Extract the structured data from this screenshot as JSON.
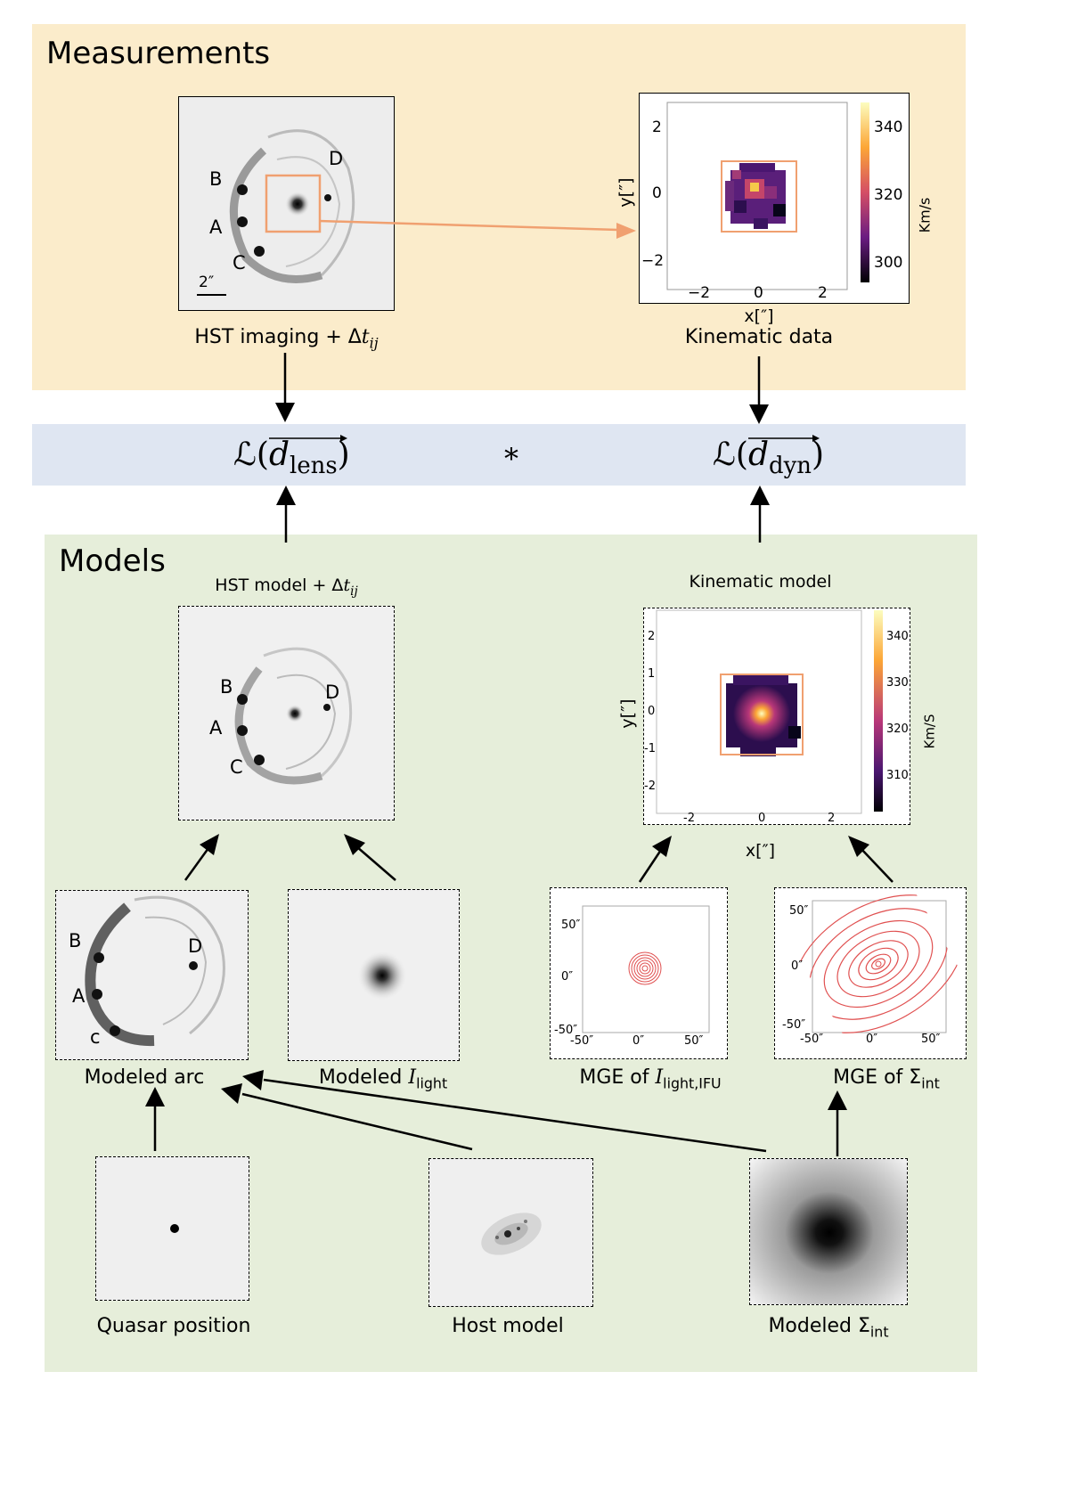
{
  "colors": {
    "measurements_bg": "#fbeccb",
    "likelihood_bg": "#dfe6f2",
    "models_bg": "#e6eeda",
    "highlight_box": "#f0a070",
    "contour": "#e05050"
  },
  "measurements": {
    "title": "Measurements",
    "hst_panel": {
      "labels": [
        "B",
        "A",
        "C",
        "D"
      ],
      "scale_bar": "2″",
      "caption_text": "HST imaging + Δ",
      "caption_sub": "ij",
      "caption_var": "t"
    },
    "kinematic_panel": {
      "y_label": "y[″]",
      "x_label": "x[″]",
      "x_ticks": [
        "−2",
        "0",
        "2"
      ],
      "y_ticks": [
        "2",
        "0",
        "−2"
      ],
      "colorbar_ticks": [
        "340",
        "320",
        "300"
      ],
      "colorbar_unit": "Km/s",
      "caption": "Kinematic data"
    }
  },
  "likelihood": {
    "left": {
      "symbol": "ℒ(",
      "var": "d",
      "sub": "lens",
      "close": ")"
    },
    "operator": "*",
    "right": {
      "symbol": "ℒ(",
      "var": "d",
      "sub": "dyn",
      "close": ")"
    }
  },
  "models": {
    "title": "Models",
    "hst_model": {
      "caption_text": "HST model + Δ",
      "caption_var": "t",
      "caption_sub": "ij",
      "labels": [
        "B",
        "A",
        "C",
        "D"
      ]
    },
    "kinematic_model": {
      "caption": "Kinematic model",
      "y_label": "y[″]",
      "x_label": "x[″]",
      "y_ticks": [
        "2",
        "1",
        "0",
        "-1",
        "-2"
      ],
      "x_ticks": [
        "-2",
        "0",
        "2"
      ],
      "colorbar_ticks": [
        "340",
        "330",
        "320",
        "310"
      ],
      "colorbar_unit": "Km/S"
    },
    "modeled_arc": {
      "caption": "Modeled arc",
      "labels": [
        "B",
        "A",
        "c",
        "D"
      ]
    },
    "modeled_light": {
      "caption_text": "Modeled ",
      "caption_var": "I",
      "caption_sub": "light"
    },
    "mge_light": {
      "caption_text": "MGE of ",
      "caption_var": "I",
      "caption_sub": "light,IFU",
      "y_ticks": [
        "50″",
        "0″",
        "-50″"
      ],
      "x_ticks": [
        "-50″",
        "0″",
        "50″"
      ]
    },
    "mge_sigma": {
      "caption_text": "MGE of Σ",
      "caption_sub": "int",
      "y_ticks": [
        "50″",
        "0″",
        "-50″"
      ],
      "x_ticks": [
        "-50″",
        "0″",
        "50″"
      ]
    },
    "quasar": {
      "caption": "Quasar position"
    },
    "host": {
      "caption": "Host model"
    },
    "sigma_int": {
      "caption_text": "Modeled Σ",
      "caption_sub": "int"
    }
  }
}
